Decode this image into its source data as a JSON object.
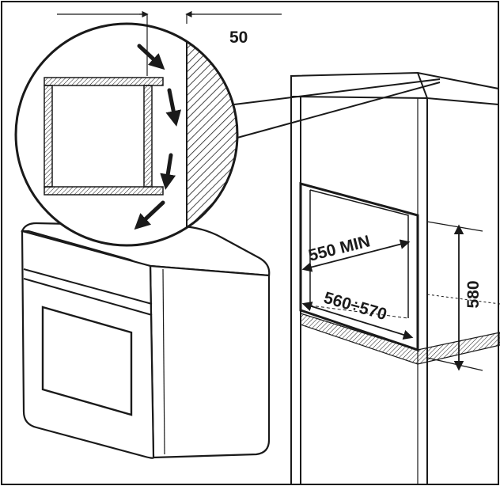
{
  "labels": {
    "gap": "50",
    "depth": "550 MIN",
    "width": "560÷570",
    "height": "580"
  },
  "colors": {
    "line": "#1a1a1a",
    "hatch": "#1a1a1a",
    "background": "#ffffff"
  }
}
